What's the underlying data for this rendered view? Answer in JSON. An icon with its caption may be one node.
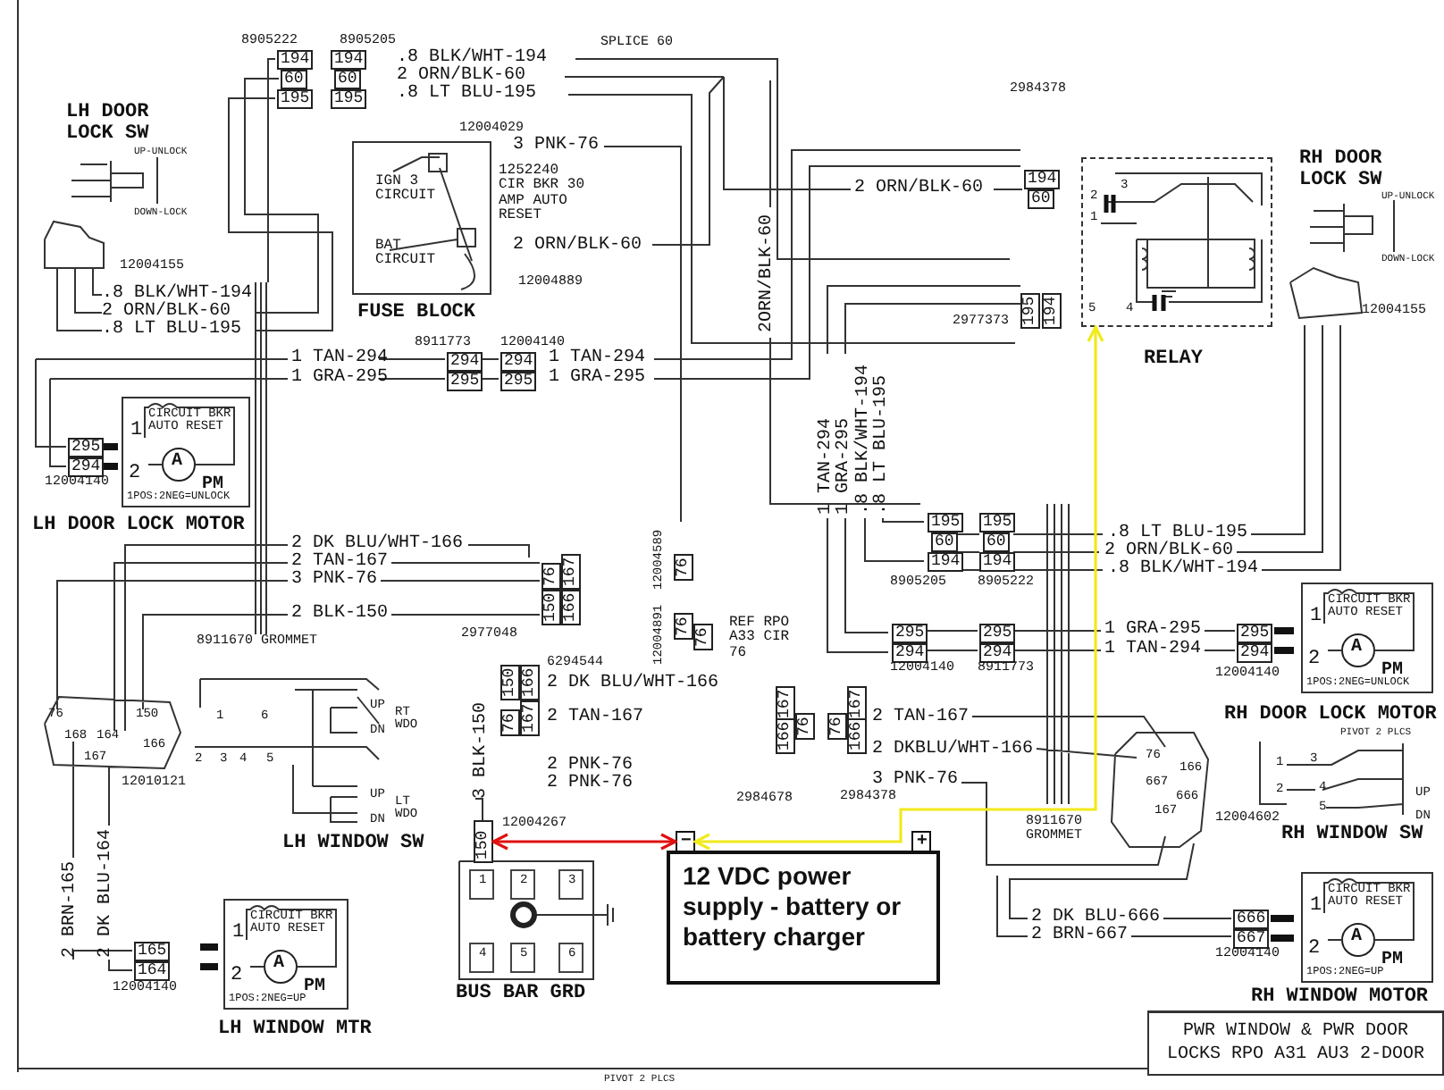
{
  "diagram": {
    "nodes": [
      {
        "text": [
          "IGN 3 CIRCUIT",
          "BAT CIRCUIT"
        ],
        "beside": [
          "FUSE BLOCK",
          "1252240 CIR BKR 30 AMP AUTO RESET"
        ]
      },
      {
        "text": [
          "2",
          "3",
          "1",
          "5",
          "4"
        ],
        "beside": [
          "RELAY"
        ]
      },
      {
        "text": [
          "1",
          "CIRCUIT BKR AUTO RESET",
          "2",
          "A",
          "PM",
          "1POS:2NEG=UNLOCK"
        ],
        "beside": [
          "LH DOOR LOCK MOTOR"
        ]
      },
      {
        "text": [
          "1",
          "CIRCUIT BKR AUTO RESET",
          "2",
          "A",
          "PM",
          "1POS:2NEG=UP"
        ],
        "beside": [
          "LH WINDOW MTR"
        ]
      },
      {
        "text": [
          "1",
          "CIRCUIT BKR AUTO RESET",
          "2",
          "A",
          "PM",
          "1POS:2NEG=UNLOCK"
        ],
        "beside": [
          "RH DOOR LOCK MOTOR"
        ]
      },
      {
        "text": [
          "1",
          "CIRCUIT BKR AUTO RESET",
          "2",
          "A",
          "PM",
          "1POS:2NEG=UP"
        ],
        "beside": [
          "RH WINDOW MOTOR"
        ]
      },
      {
        "text": [
          "12 VDC power supply - battery or battery charger"
        ]
      },
      {
        "text": [
          "−"
        ]
      },
      {
        "text": [
          "+"
        ]
      },
      {
        "text": [
          "150"
        ]
      },
      {
        "text": [
          "PWR WINDOW & PWR DOOR LOCKS RPO A31 AU3 2-DOOR"
        ]
      }
    ],
    "edges": [
      {
        "from": 9,
        "to": 7,
        "arrow": "both",
        "color": "#e01010"
      },
      {
        "from": 7,
        "to": 1,
        "arrow": "both",
        "color": "#f2ea1a"
      }
    ],
    "labels": [
      "8905222",
      "8905205",
      "194",
      "194",
      ".8 BLK/WHT-194",
      "60",
      "60",
      "2 ORN/BLK-60",
      "195",
      "195",
      ".8 LT BLU-195",
      "SPLICE 60",
      "2984378",
      "LH DOOR LOCK SW",
      "12004029",
      "3 PNK-76",
      "UP-UNLOCK",
      "RH DOOR LOCK SW",
      "194",
      "2 ORN/BLK-60",
      "60",
      "UP-UNLOCK",
      "DOWN-LOCK",
      "2 ORN/BLK-60",
      "DOWN-LOCK",
      "12004155",
      "12004889",
      "2977373",
      "195",
      "194",
      "12004155",
      ".8 BLK/WHT-194",
      "2 ORN/BLK-60",
      ".8 LT BLU-195",
      "2ORN/BLK-60",
      "8911773",
      "12004140",
      "1 TAN-294",
      "294",
      "294",
      "1 TAN-294",
      "1 GRA-295",
      "295",
      "295",
      "1 GRA-295",
      "1 TAN-294",
      "1 GRA-295",
      ".8 BLK/WHT-194",
      ".8 LT BLU-195",
      "295",
      "294",
      "12004140",
      "2 DK BLU/WHT-166",
      "12004589",
      "76",
      "2 TAN-167",
      "3 PNK-76",
      "76",
      "167",
      "150",
      "166",
      "2 BLK-150",
      "12004891",
      "76",
      "76",
      "REF RPO A33 CIR 76",
      "2977048",
      "8911670 GROMMET",
      "6294544",
      "150",
      "166",
      "76",
      "167",
      "2 DK BLU/WHT-166",
      "2 TAN-167",
      "167",
      "76",
      "166",
      "76",
      "167",
      "166",
      "2 TAN-167",
      "2 DKBLU/WHT-166",
      "2 PNK-76",
      "2 PNK-76",
      "3 PNK-76",
      "3 BLK-150",
      "2984678",
      "2984378",
      "76",
      "150",
      "168",
      "164",
      "166",
      "167",
      "12010121",
      "1",
      "6",
      "UP",
      "RT WDO",
      "DN",
      "2",
      "3",
      "4",
      "5",
      "UP",
      "LT WDO",
      "DN",
      "LH WINDOW SW",
      "12004267",
      "195",
      "195",
      ".8 LT BLU-195",
      "60",
      "60",
      "2 ORN/BLK-60",
      "194",
      "194",
      ".8 BLK/WHT-194",
      "8905205",
      "8905222",
      "295",
      "295",
      "1 GRA-295",
      "295",
      "294",
      "294",
      "1 TAN-294",
      "294",
      "12004140",
      "8911773",
      "12004140",
      "PIVOT 2 PLCS",
      "76",
      "166",
      "667",
      "666",
      "167",
      "12004602",
      "1",
      "3",
      "2",
      "4",
      "5",
      "UP",
      "DN",
      "8911670 GROMMET",
      "RH WINDOW SW",
      "2 BRN-165",
      "2 DK BLU-164",
      "165",
      "164",
      "12004140",
      "2 DK BLU-666",
      "666",
      "2 BRN-667",
      "667",
      "12004140",
      "1",
      "2",
      "3",
      "4",
      "5",
      "6",
      "BUS BAR GRD",
      "PIVOT 2 PLCS"
    ]
  }
}
